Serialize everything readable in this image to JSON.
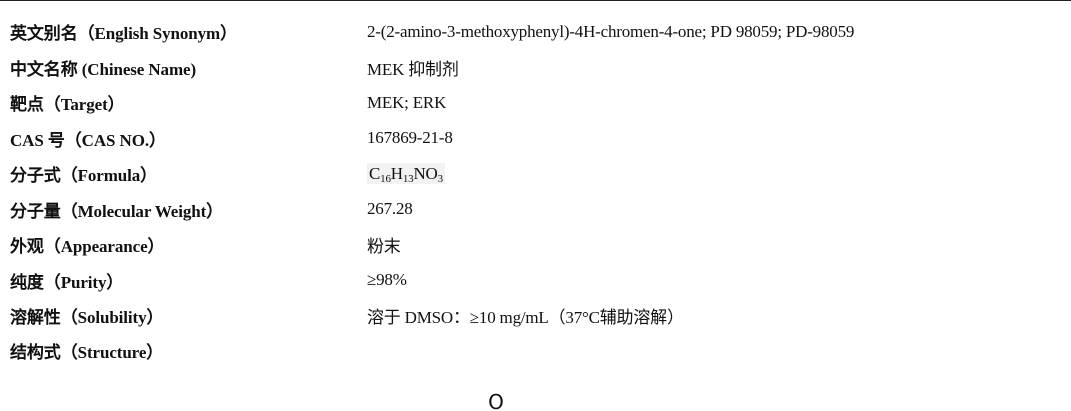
{
  "rows": [
    {
      "label": "英文别名（English Synonym）",
      "value": "2-(2-amino-3-methoxyphenyl)-4H-chromen-4-one; PD 98059; PD-98059"
    },
    {
      "label": "中文名称 (Chinese Name)",
      "value": "MEK 抑制剂"
    },
    {
      "label": "靶点（Target）",
      "value": "MEK; ERK"
    },
    {
      "label": "CAS 号（CAS NO.）",
      "value": "167869-21-8"
    },
    {
      "label": "分子式（Formula）",
      "value_parts": [
        "C",
        "16",
        "H",
        "13",
        "NO",
        "3"
      ]
    },
    {
      "label": "分子量（Molecular Weight）",
      "value": "267.28"
    },
    {
      "label": "外观（Appearance）",
      "value": "粉末"
    },
    {
      "label": "纯度（Purity）",
      "value": "≥98%"
    },
    {
      "label": "溶解性（Solubility）",
      "value": "溶于 DMSO：≥10 mg/mL（37°C辅助溶解）"
    },
    {
      "label": "结构式（Structure）"
    }
  ],
  "structure": {
    "visible_atom_label": "O"
  },
  "colors": {
    "text": "#111111",
    "rule": "#222222",
    "formula_highlight": "#f2f2f2"
  }
}
